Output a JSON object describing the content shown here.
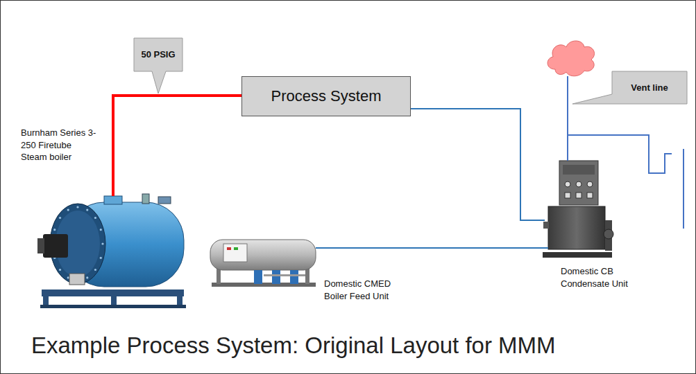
{
  "diagram": {
    "caption": "Example Process System: Original Layout for MMM",
    "nodes": [
      {
        "text": [
          "50 PSIG"
        ]
      },
      {
        "text": [
          "Process System"
        ]
      },
      {
        "text": [
          "Burnham Series 3- 250 Firetube Steam boiler"
        ]
      },
      {
        "text": [
          "Vent line"
        ]
      },
      {
        "text": [
          "Domestic CB Condensate Unit"
        ]
      },
      {
        "text": [
          "Domestic CMED Boiler Feed Unit"
        ]
      }
    ],
    "edges": [
      {
        "from": 2,
        "to": 1,
        "arrow": "none"
      },
      {
        "from": 1,
        "to": 4,
        "arrow": "none"
      },
      {
        "from": 4,
        "to": 5,
        "arrow": "none"
      }
    ]
  }
}
